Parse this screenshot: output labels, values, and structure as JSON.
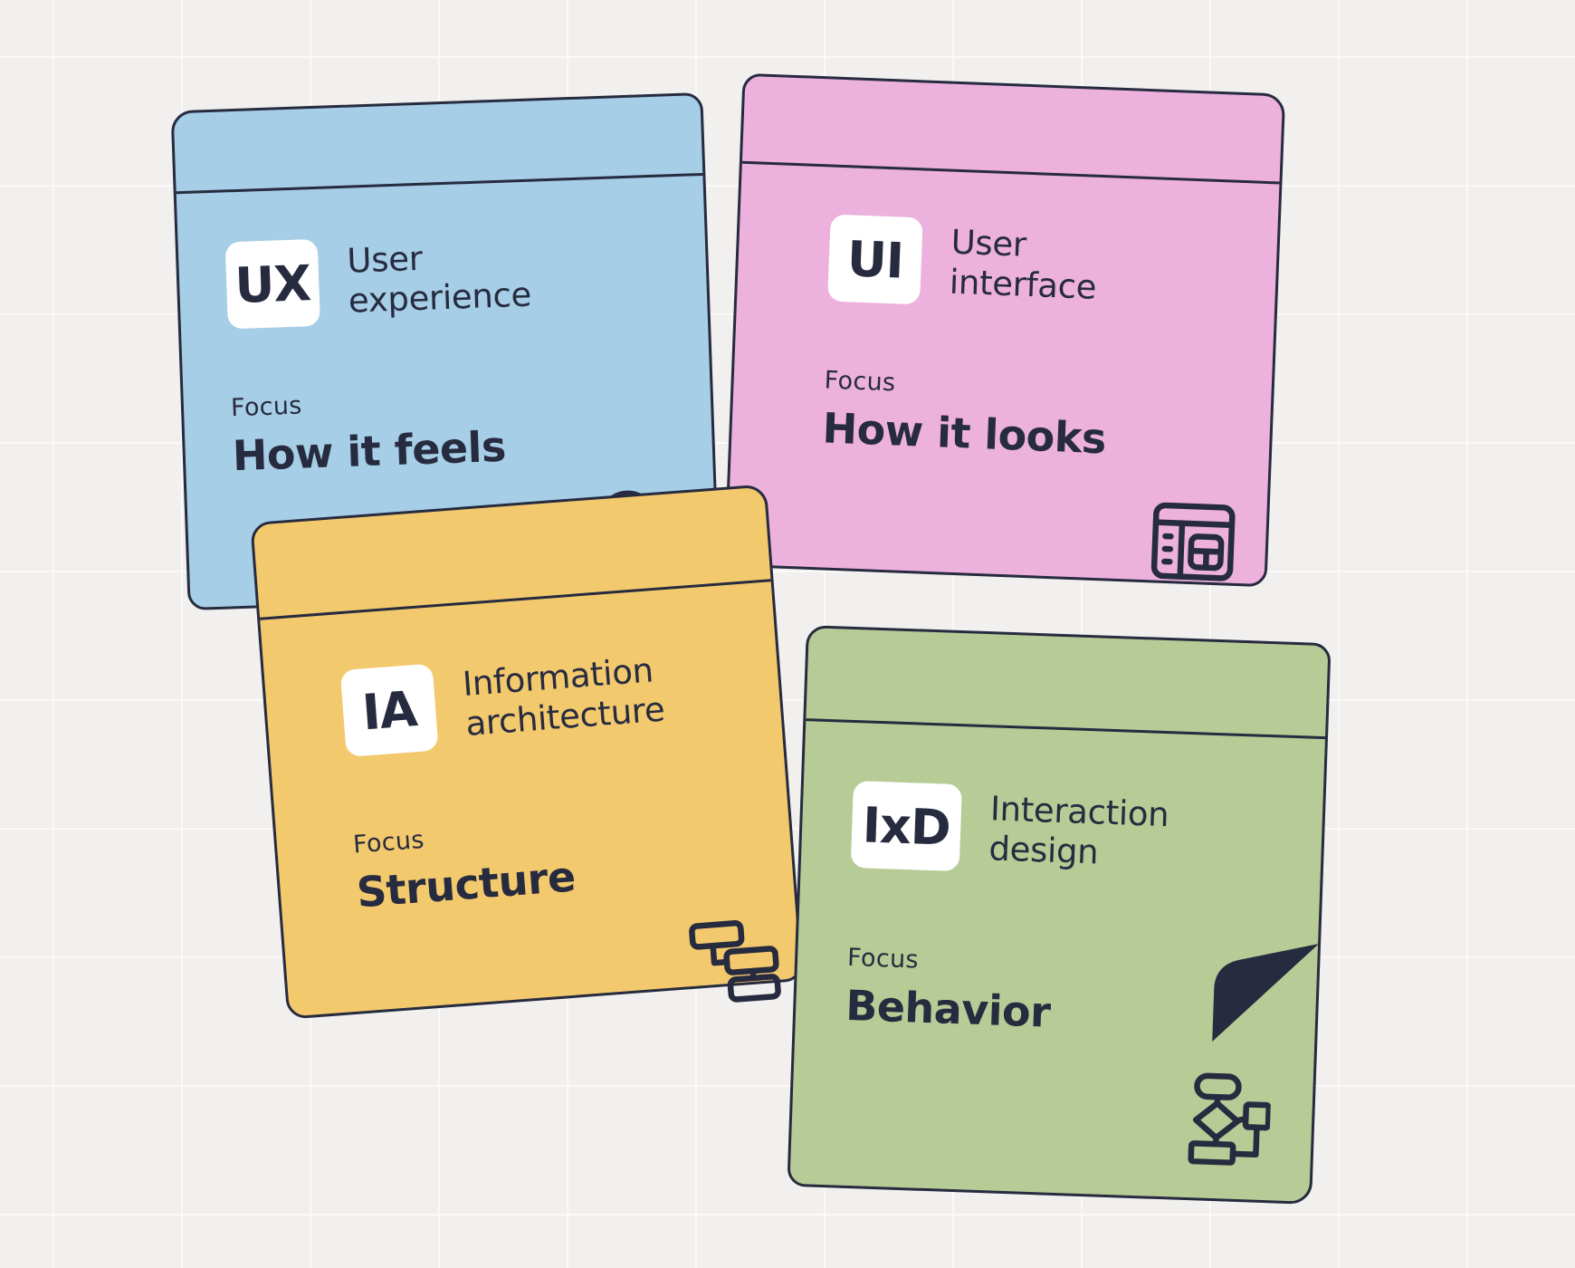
{
  "colors": {
    "background": "#f1f0ee",
    "grid_line": "#fbfaf8",
    "ink": "#272b3f",
    "badge_background": "#ffffff",
    "card_ux": "#a6cee6",
    "card_ui": "#edb1dd",
    "card_ia": "#f3c96e",
    "card_ixd": "#b6cb96"
  },
  "cards": [
    {
      "abbr": "UX",
      "title_line1": "User",
      "title_line2": "experience",
      "focus_label": "Focus",
      "focus_value": "How it feels",
      "icon": "tap-icon",
      "color": "#a6cee6"
    },
    {
      "abbr": "UI",
      "title_line1": "User",
      "title_line2": "interface",
      "focus_label": "Focus",
      "focus_value": "How it looks",
      "icon": "browser-window-icon",
      "color": "#edb1dd"
    },
    {
      "abbr": "IA",
      "title_line1": "Information",
      "title_line2": "architecture",
      "focus_label": "Focus",
      "focus_value": "Structure",
      "icon": "sitemap-icon",
      "color": "#f3c96e"
    },
    {
      "abbr": "IxD",
      "title_line1": "Interaction",
      "title_line2": "design",
      "focus_label": "Focus",
      "focus_value": "Behavior",
      "icon": "flowchart-icon",
      "color": "#b6cb96"
    }
  ]
}
